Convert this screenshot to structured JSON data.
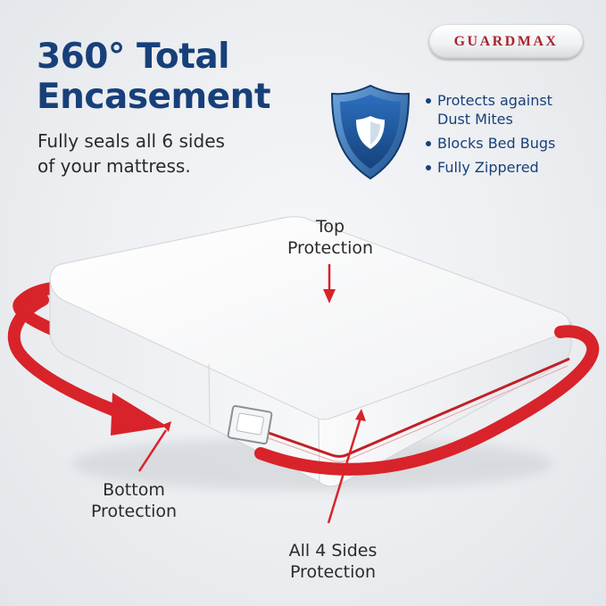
{
  "brand": {
    "logo_text": "GUARDMAX"
  },
  "headline": {
    "line1": "360° Total",
    "line2": "Encasement"
  },
  "subhead": {
    "line1": "Fully seals all 6 sides",
    "line2": "of your mattress."
  },
  "features": [
    {
      "line1": "Protects against",
      "line2": "Dust Mites"
    },
    {
      "line1": "Blocks Bed Bugs",
      "line2": ""
    },
    {
      "line1": "Fully Zippered",
      "line2": ""
    }
  ],
  "callouts": {
    "top": {
      "line1": "Top",
      "line2": "Protection"
    },
    "bottom": {
      "line1": "Bottom",
      "line2": "Protection"
    },
    "sides": {
      "line1": "All 4 Sides",
      "line2": "Protection"
    }
  },
  "icons": {
    "shield": "shield-icon"
  },
  "colors": {
    "headline_blue": "#17407a",
    "shield_blue": "#1f5fa8",
    "arrow_red": "#d8232a",
    "brand_red": "#a8242c"
  }
}
